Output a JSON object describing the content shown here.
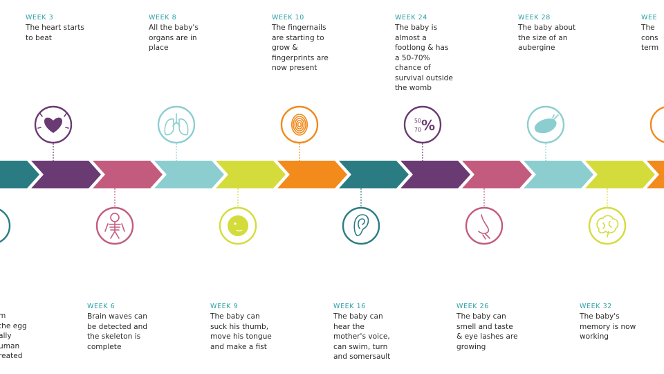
{
  "colors": {
    "teal": "#2a7c82",
    "purple": "#6a3a73",
    "rose": "#c35b7e",
    "aqua": "#8cced0",
    "lime": "#d4dc3c",
    "orange": "#f28a1c",
    "week_label": "#2a9fa6",
    "text": "#2b2b2b"
  },
  "milestones": [
    {
      "week": "",
      "lines": [
        "m",
        "the egg",
        "ally",
        "uman",
        "reated"
      ],
      "icon": "embryo-icon",
      "color": "teal",
      "pos": "below"
    },
    {
      "week": "WEEK 3",
      "lines": [
        "The heart starts",
        "to beat"
      ],
      "icon": "heart-icon",
      "color": "purple",
      "pos": "above"
    },
    {
      "week": "WEEK 6",
      "lines": [
        "Brain waves can",
        "be detected and",
        "the skeleton is",
        "complete"
      ],
      "icon": "skeleton-icon",
      "color": "rose",
      "pos": "below"
    },
    {
      "week": "WEEK 8",
      "lines": [
        "All the baby's",
        "organs are in",
        "place"
      ],
      "icon": "lungs-icon",
      "color": "aqua",
      "pos": "above"
    },
    {
      "week": "WEEK 9",
      "lines": [
        "The baby can",
        "suck his thumb,",
        "move his tongue",
        "and make a fist"
      ],
      "icon": "baby-thumb-icon",
      "color": "lime",
      "pos": "below"
    },
    {
      "week": "WEEK 10",
      "lines": [
        "The fingernails",
        "are starting to",
        "grow &",
        "fingerprints are",
        "now present"
      ],
      "icon": "fingerprint-icon",
      "color": "orange",
      "pos": "above"
    },
    {
      "week": "WEEK 16",
      "lines": [
        "The baby can",
        "hear the",
        "mother's voice,",
        "can swim, turn",
        "and somersault"
      ],
      "icon": "ear-icon",
      "color": "teal",
      "pos": "below"
    },
    {
      "week": "WEEK 24",
      "lines": [
        "The baby is",
        "almost a",
        "footlong & has",
        "a 50-70%",
        "chance of",
        "survival outside",
        "the womb"
      ],
      "icon": "percent-icon",
      "color": "purple",
      "pos": "above",
      "icon_text": [
        "50",
        "70",
        "%"
      ]
    },
    {
      "week": "WEEK 26",
      "lines": [
        "The baby can",
        "smell and taste",
        "& eye lashes are",
        "growing"
      ],
      "icon": "nose-icon",
      "color": "rose",
      "pos": "below"
    },
    {
      "week": "WEEK 28",
      "lines": [
        "The baby about",
        "the size of an",
        "aubergine"
      ],
      "icon": "aubergine-icon",
      "color": "aqua",
      "pos": "above"
    },
    {
      "week": "WEEK 32",
      "lines": [
        "The baby's",
        "memory is now",
        "working"
      ],
      "icon": "brain-icon",
      "color": "lime",
      "pos": "below"
    },
    {
      "week": "WEE",
      "lines": [
        "The",
        "cons",
        "term"
      ],
      "icon": "partial-icon",
      "color": "orange",
      "pos": "above"
    }
  ]
}
